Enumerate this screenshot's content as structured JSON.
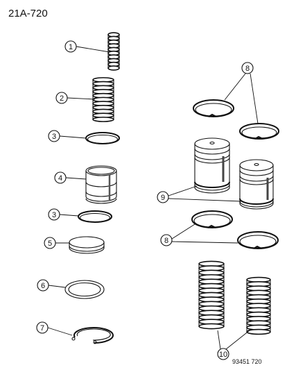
{
  "header": {
    "ref_number": "21A-720"
  },
  "footer": {
    "figure_code": "93451 720"
  },
  "callouts": {
    "c1": "1",
    "c2": "2",
    "c3a": "3",
    "c3b": "3",
    "c4": "4",
    "c5": "5",
    "c6": "6",
    "c7": "7",
    "c8a": "8",
    "c8b": "8",
    "c9": "9",
    "c10": "10"
  }
}
